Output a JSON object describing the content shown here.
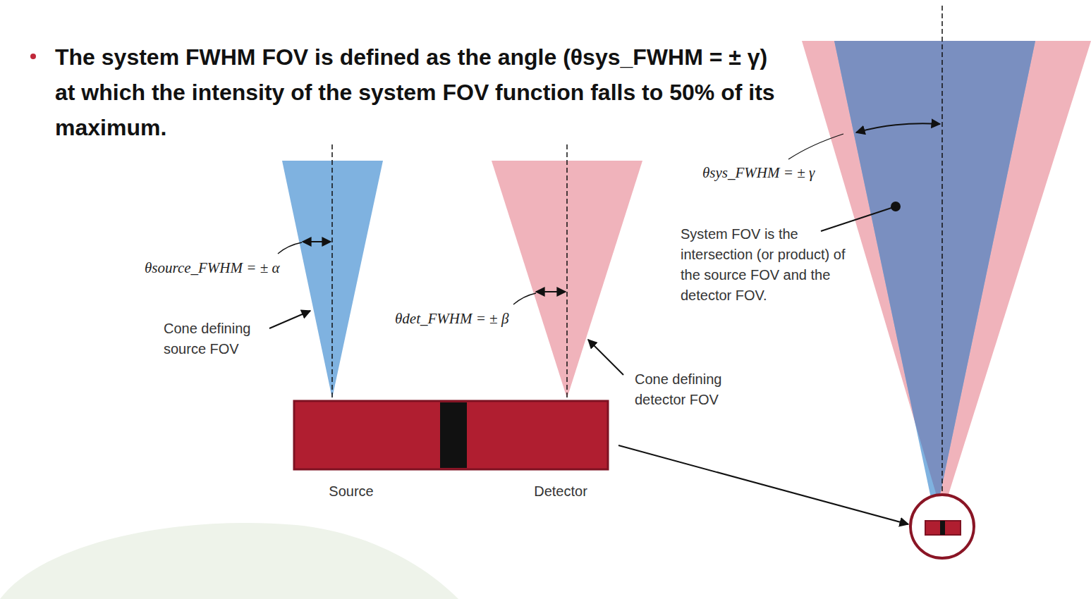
{
  "diagram": {
    "title": "The system FWHM FOV is defined as the angle (θsys_FWHM = ± γ) at which the intensity of the system FOV function falls to 50% of its maximum.",
    "labels": [
      "θsource_FWHM = ± α",
      "Cone defining source FOV",
      "θdet_FWHM = ± β",
      "Cone defining detector FOV",
      "Source",
      "Detector",
      "θsys_FWHM = ± γ",
      "System FOV is the intersection (or product) of the source FOV and the detector FOV."
    ]
  }
}
